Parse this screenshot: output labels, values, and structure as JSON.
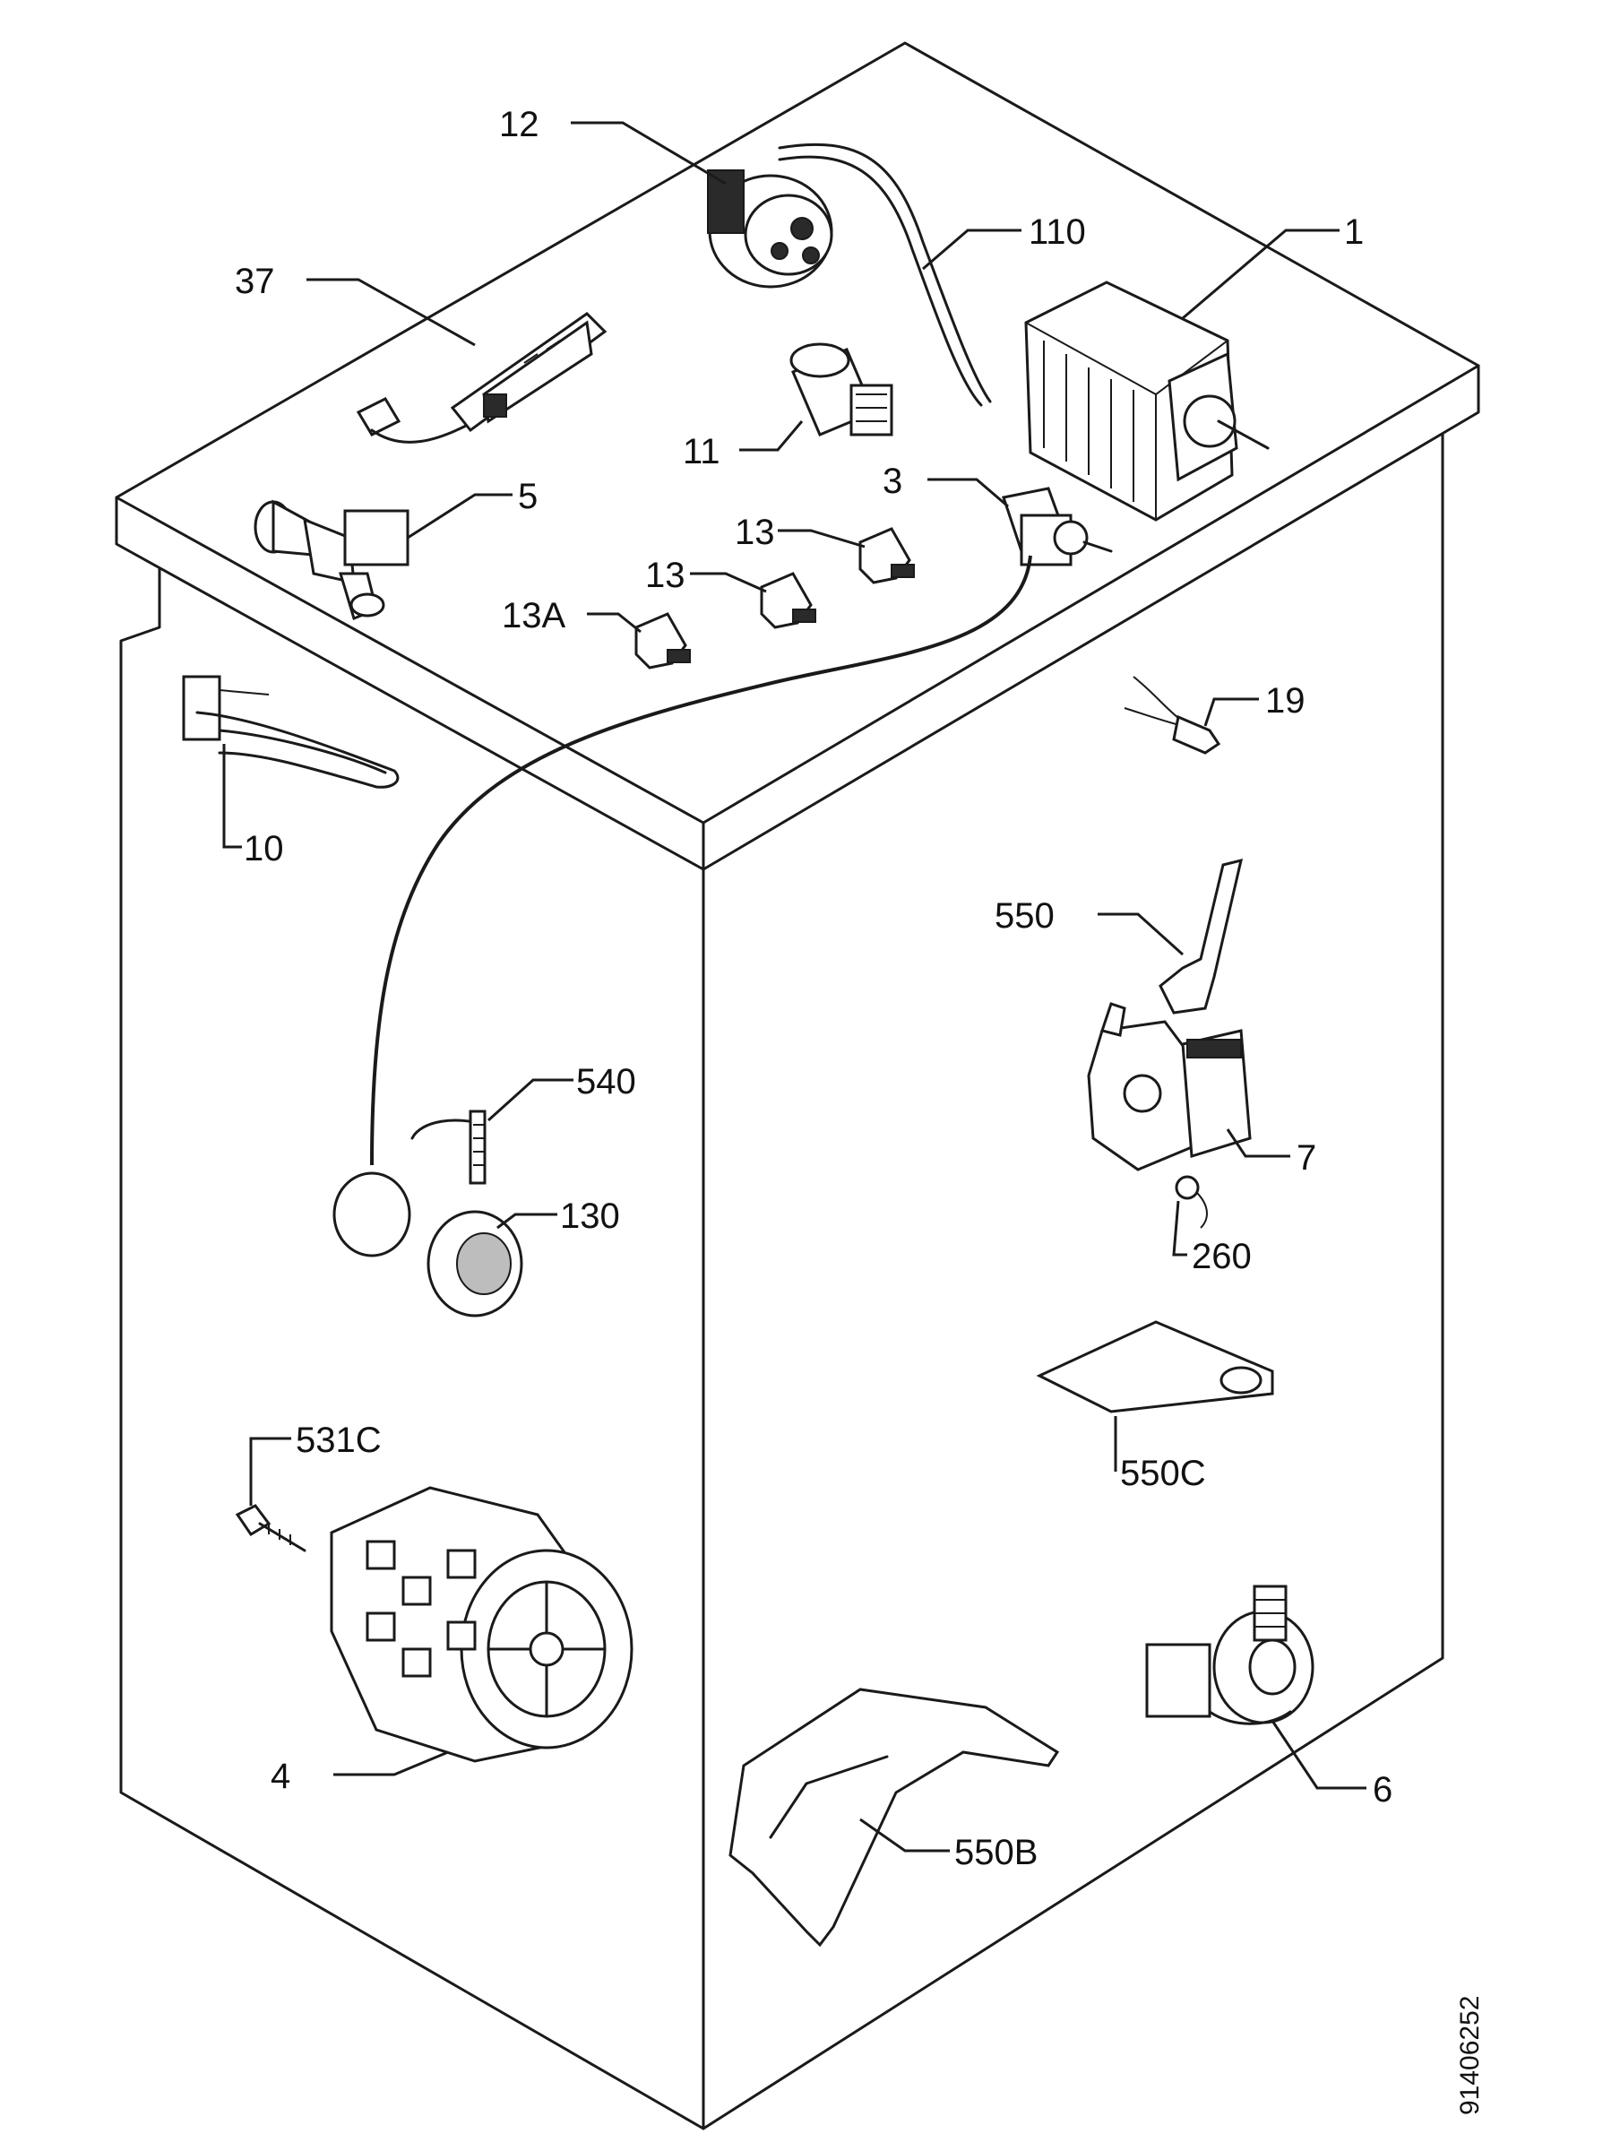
{
  "diagram": {
    "labels": {
      "p12": "12",
      "p110": "110",
      "p1": "1",
      "p37": "37",
      "p11": "11",
      "p5": "5",
      "p3": "3",
      "p13a": "13",
      "p13b": "13",
      "p13A": "13A",
      "p19": "19",
      "p10": "10",
      "p550": "550",
      "p540": "540",
      "p7": "7",
      "p130": "130",
      "p260": "260",
      "p550C": "550C",
      "p531C": "531C",
      "p4": "4",
      "p6": "6",
      "p550B": "550B"
    },
    "drawing_number": "91406252"
  }
}
